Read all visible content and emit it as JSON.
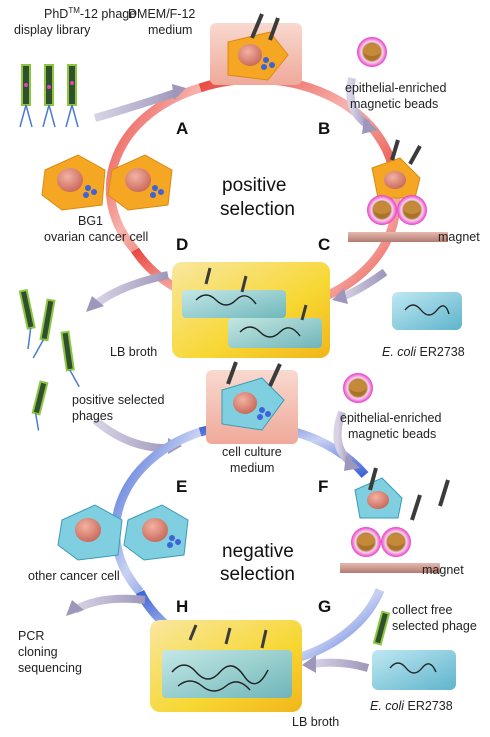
{
  "labels": {
    "library_line1_base": "PhD",
    "library_line1_sup": "TM",
    "library_line1_tail": "-12 phage",
    "library_line2": "display library",
    "dmem_line1": "DMEM/F-12",
    "dmem_line2": "medium",
    "beads_top_line1": "epithelial-enriched",
    "beads_top_line2": "magnetic beads",
    "bg1_line1": "BG1",
    "bg1_line2": "ovarian cancer cell",
    "positive_line1": "positive",
    "positive_line2": "selection",
    "magnet_top": "magnet",
    "lb_broth_top": "LB broth",
    "ecoli_top_italic": "E. coli",
    "ecoli_top_strain": " ER2738",
    "pos_phages_line1": "positive selected",
    "pos_phages_line2": "phages",
    "cell_culture_line1": "cell culture",
    "cell_culture_line2": "medium",
    "beads_bottom_line1": "epithelial-enriched",
    "beads_bottom_line2": "magnetic beads",
    "other_cancer": "other cancer cell",
    "negative_line1": "negative",
    "negative_line2": "selection",
    "magnet_bottom": "magnet",
    "collect_line1": "collect free",
    "collect_line2": "selected phage",
    "pcr_line1": "PCR",
    "pcr_line2": "cloning",
    "pcr_line3": "sequencing",
    "lb_broth_bottom": "LB broth",
    "ecoli_bottom_italic": "E. coli",
    "ecoli_bottom_strain": " ER2738"
  },
  "steps": [
    "A",
    "B",
    "C",
    "D",
    "E",
    "F",
    "G",
    "H"
  ],
  "colors": {
    "positive_ring": "#e8473f",
    "negative_ring": "#3d63d6",
    "cancer_cell": "#f5a623",
    "other_cell": "#7fcfe0",
    "bead": "#e83ec8",
    "box_pink": "#f4c0b4",
    "flask_yellow": "#f7d733"
  }
}
